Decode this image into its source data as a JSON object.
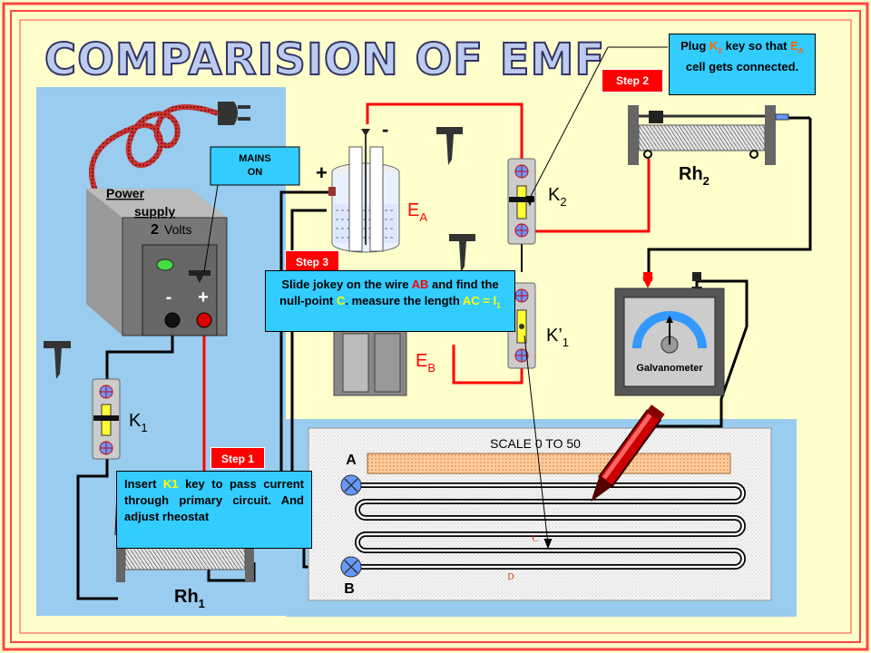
{
  "title": "COMPARISION OF EMF",
  "labels": {
    "power_supply_line1": "Power",
    "power_supply_line2": "supply",
    "volts_num": "2",
    "volts_unit": "Volts",
    "minus": "-",
    "plus": "+",
    "mains_line1": "MAINS",
    "mains_line2": "ON",
    "cell_plus": "+",
    "cell_minus": "-",
    "ea": "E",
    "ea_sub": "A",
    "eb": "E",
    "eb_sub": "B",
    "k1": "K",
    "k1_sub": "1",
    "k2": "K",
    "k2_sub": "2",
    "kp1": "K’",
    "kp1_sub": "1",
    "rh1": "Rh",
    "rh1_sub": "1",
    "rh2": "Rh",
    "rh2_sub": "2",
    "galvanometer": "Galvanometer",
    "scale": "SCALE 0 TO 50",
    "point_a": "A",
    "point_b": "B",
    "point_c": "C",
    "point_d": "D"
  },
  "steps": {
    "step1": {
      "badge": "Step 1",
      "text_pre": "Insert ",
      "text_key": "K1",
      "text_post": " key to pass current through primary circuit. And adjust rheostat"
    },
    "step2": {
      "badge": "Step 2",
      "text_pre": "Plug ",
      "text_key": "K",
      "text_key_sub": "2",
      "text_mid": " key so that ",
      "text_cell": "E",
      "text_cell_sub": "A",
      "text_post": " cell gets connected."
    },
    "step3": {
      "badge": "Step 3",
      "text_pre": "Slide jokey on the wire ",
      "text_ab": "AB",
      "text_mid": " and find the null-point ",
      "text_c": "C",
      "text_mid2": ". measure the length ",
      "text_ac": "AC = l",
      "text_ac_sub": "1"
    }
  },
  "colors": {
    "background": "#ffffcc",
    "panel": "#99ccee",
    "callout": "#33ccff",
    "wire_red": "#ff0000",
    "wire_black": "#000000",
    "badge": "#ff0000",
    "title_fill": "#bbccee"
  }
}
